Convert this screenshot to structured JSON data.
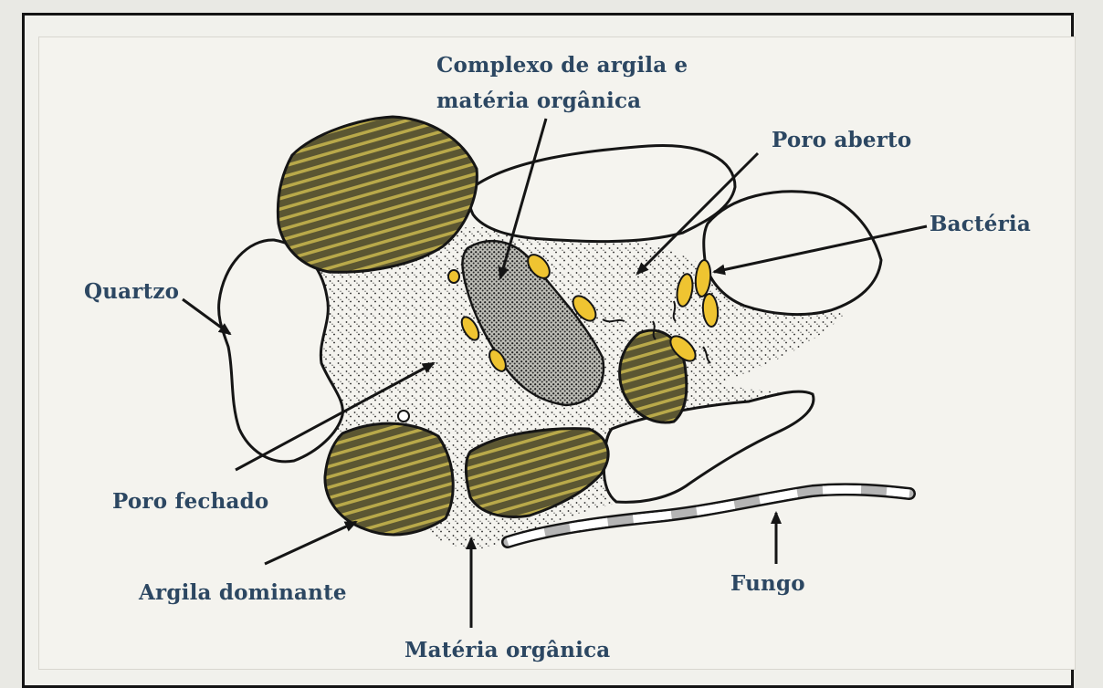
{
  "labels": {
    "complexo_line1": "Complexo de argila e",
    "complexo_line2": "matéria orgânica",
    "poro_aberto": "Poro aberto",
    "bacteria": "Bactéria",
    "quartzo": "Quartzo",
    "poro_fechado": "Poro fechado",
    "argila_dominante": "Argila dominante",
    "fungo": "Fungo",
    "materia_organica": "Matéria orgânica"
  },
  "colors": {
    "clay_fill": "#5b5632",
    "clay_stripe": "#b9a94a",
    "bacteria": "#efc431",
    "label_text": "#2c4762",
    "outline": "#151515"
  }
}
